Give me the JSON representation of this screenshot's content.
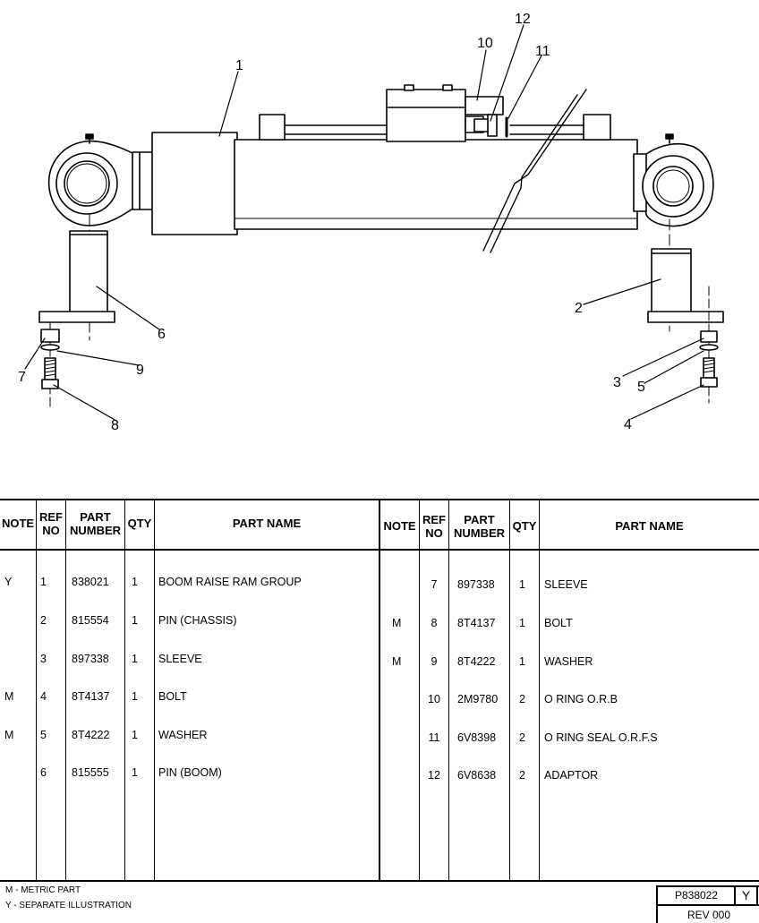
{
  "callouts": [
    "1",
    "2",
    "3",
    "4",
    "5",
    "6",
    "7",
    "8",
    "9",
    "10",
    "11",
    "12"
  ],
  "table": {
    "headers": {
      "note": "NOTE",
      "ref_no_1": "REF",
      "ref_no_2": "NO",
      "part_number_1": "PART",
      "part_number_2": "NUMBER",
      "qty": "QTY",
      "part_name": "PART NAME"
    },
    "left_rows": [
      {
        "note": "Y",
        "ref": "1",
        "part": "838021",
        "qty": "1",
        "name": "BOOM RAISE RAM GROUP"
      },
      {
        "note": "",
        "ref": "2",
        "part": "815554",
        "qty": "1",
        "name": "PIN (CHASSIS)"
      },
      {
        "note": "",
        "ref": "3",
        "part": "897338",
        "qty": "1",
        "name": "SLEEVE"
      },
      {
        "note": "M",
        "ref": "4",
        "part": "8T4137",
        "qty": "1",
        "name": "BOLT"
      },
      {
        "note": "M",
        "ref": "5",
        "part": "8T4222",
        "qty": "1",
        "name": "WASHER"
      },
      {
        "note": "",
        "ref": "6",
        "part": "815555",
        "qty": "1",
        "name": "PIN (BOOM)"
      }
    ],
    "right_rows": [
      {
        "note": "",
        "ref": "7",
        "part": "897338",
        "qty": "1",
        "name": "SLEEVE"
      },
      {
        "note": "M",
        "ref": "8",
        "part": "8T4137",
        "qty": "1",
        "name": "BOLT"
      },
      {
        "note": "M",
        "ref": "9",
        "part": "8T4222",
        "qty": "1",
        "name": "WASHER"
      },
      {
        "note": "",
        "ref": "10",
        "part": "2M9780",
        "qty": "2",
        "name": "O RING O.R.B"
      },
      {
        "note": "",
        "ref": "11",
        "part": "6V8398",
        "qty": "2",
        "name": "O RING SEAL O.R.F.S"
      },
      {
        "note": "",
        "ref": "12",
        "part": "6V8638",
        "qty": "2",
        "name": "ADAPTOR"
      }
    ]
  },
  "footer": {
    "metric_note": "M - METRIC PART",
    "separate_note": "Y - SEPARATE ILLUSTRATION",
    "page_code": "P838022",
    "page_flag": "Y",
    "revision": "REV 000"
  }
}
